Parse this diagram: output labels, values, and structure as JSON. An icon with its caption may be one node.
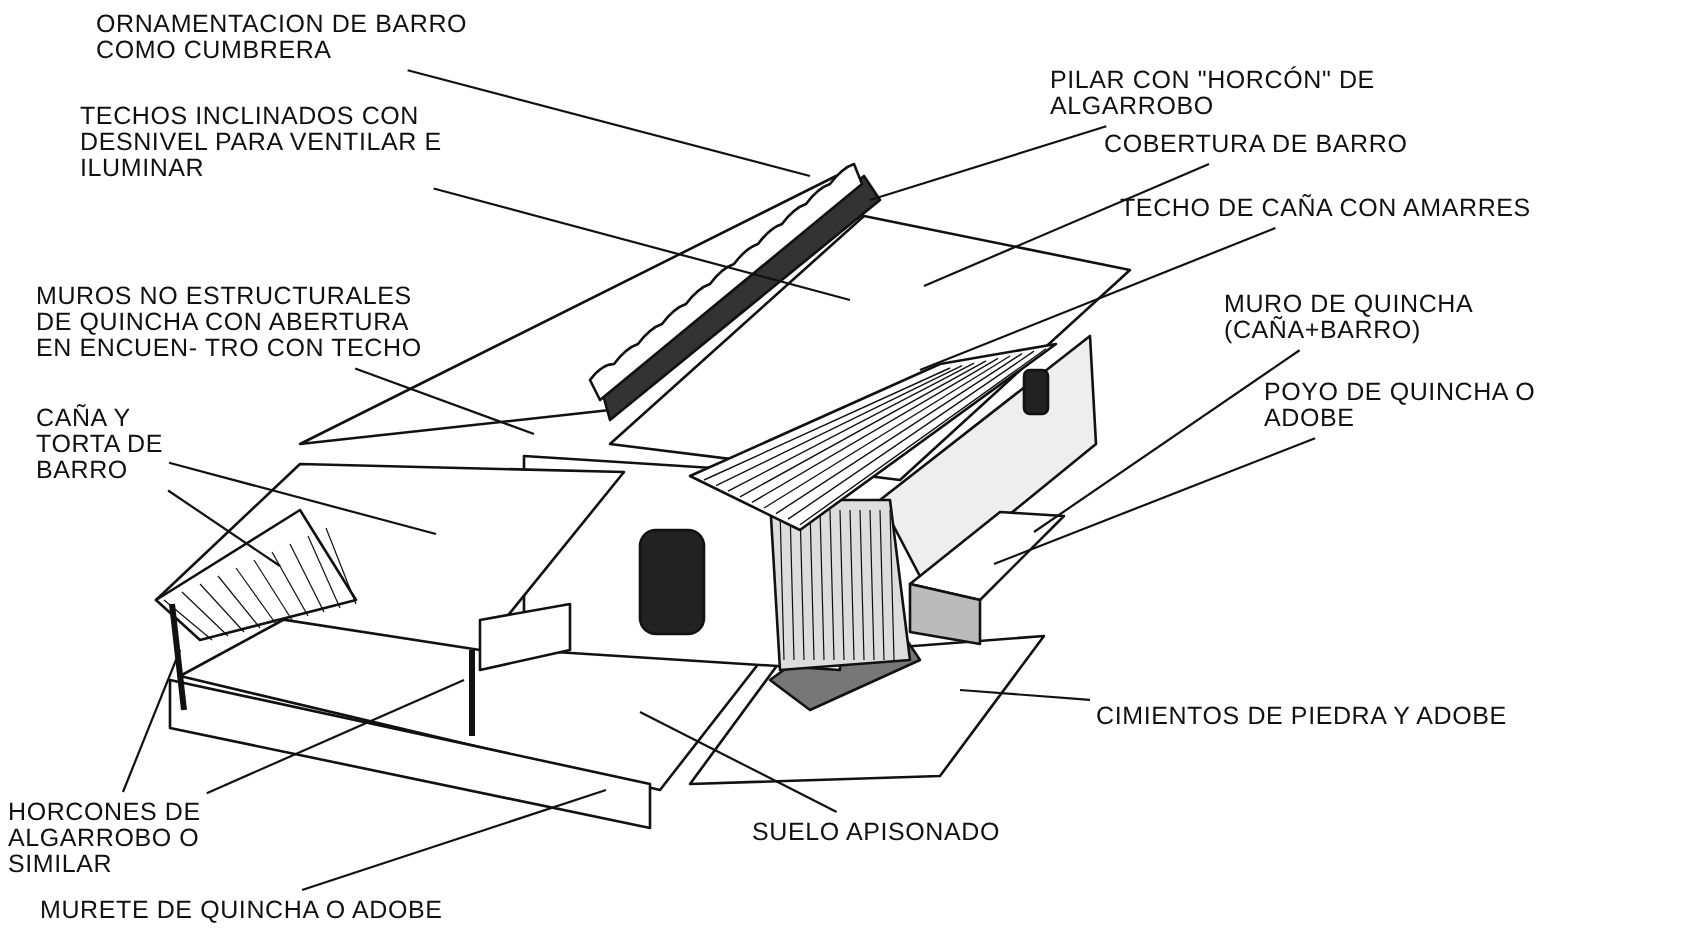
{
  "diagram": {
    "nodes": [
      {
        "text": [
          "ORNAMENTACION DE BARRO COMO CUMBRERA"
        ]
      },
      {
        "text": [
          "TECHOS INCLINADOS CON DESNIVEL PARA VENTILAR E ILUMINAR"
        ]
      },
      {
        "text": [
          "MUROS NO ESTRUCTURALES DE QUINCHA CON ABERTURA EN ENCUEN- TRO CON TECHO"
        ]
      },
      {
        "text": [
          "CAÑA Y TORTA DE BARRO"
        ]
      },
      {
        "text": [
          "PILAR CON \"HORCÓN\" DE ALGARROBO"
        ]
      },
      {
        "text": [
          "COBERTURA DE BARRO"
        ]
      },
      {
        "text": [
          "TECHO DE CAÑA CON AMARRES"
        ]
      },
      {
        "text": [
          "MURO DE QUINCHA (CAÑA+BARRO)"
        ]
      },
      {
        "text": [
          "POYO DE QUINCHA O ADOBE"
        ]
      },
      {
        "text": [
          "HORCONES DE ALGARROBO O SIMILAR"
        ]
      },
      {
        "text": [
          "MURETE DE QUINCHA O ADOBE"
        ]
      },
      {
        "text": [
          "SUELO APISONADO"
        ]
      },
      {
        "text": [
          "CIMIENTOS DE PIEDRA Y ADOBE"
        ]
      }
    ],
    "edges": [
      {
        "from": 0,
        "to": null,
        "arrow": "none"
      },
      {
        "from": 1,
        "to": null,
        "arrow": "none"
      },
      {
        "from": 2,
        "to": null,
        "arrow": "none"
      },
      {
        "from": 3,
        "to": null,
        "arrow": "none"
      },
      {
        "from": 3,
        "to": null,
        "arrow": "none"
      },
      {
        "from": 4,
        "to": null,
        "arrow": "none"
      },
      {
        "from": 5,
        "to": null,
        "arrow": "none"
      },
      {
        "from": 6,
        "to": null,
        "arrow": "none"
      },
      {
        "from": 7,
        "to": null,
        "arrow": "none"
      },
      {
        "from": 8,
        "to": null,
        "arrow": "none"
      },
      {
        "from": 9,
        "to": null,
        "arrow": "none"
      },
      {
        "from": 9,
        "to": null,
        "arrow": "none"
      },
      {
        "from": 10,
        "to": null,
        "arrow": "none"
      },
      {
        "from": 11,
        "to": null,
        "arrow": "none"
      },
      {
        "from": 12,
        "to": null,
        "arrow": "none"
      }
    ]
  }
}
